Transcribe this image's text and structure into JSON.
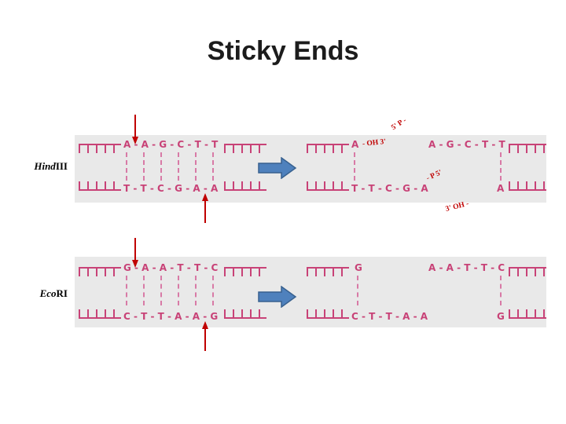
{
  "title": "Sticky Ends",
  "colors": {
    "dna": "#c84277",
    "bond": "#d87aa6",
    "red": "#c00000",
    "band": "#e9e9e9",
    "arrow_fill": "#4f81bd",
    "arrow_stroke": "#38618f"
  },
  "rows": [
    {
      "enzyme": {
        "italic": "Hind",
        "roman": "III"
      },
      "substrate": {
        "top": "A - A - G - C - T - T",
        "bottom": "T - T - C - G - A - A"
      },
      "products": {
        "left_top_base": "A",
        "left_top_label": "- OH 3'",
        "right_top_label": "5' P -",
        "right_top_seq": "A - G - C - T - T",
        "left_bottom_seq": "T - T - C - G - A",
        "left_bottom_label": "- P 5'",
        "right_bottom_base": "A",
        "right_bottom_label": "3' OH -"
      }
    },
    {
      "enzyme": {
        "italic": "Eco",
        "roman": "RI"
      },
      "substrate": {
        "top": "G - A - A - T - T - C",
        "bottom": "C - T - T - A - A - G"
      },
      "products": {
        "left_top_base": "G",
        "right_top_seq": "A - A - T - T - C",
        "left_bottom_seq": "C - T - T - A - A",
        "right_bottom_base": "G"
      }
    }
  ]
}
